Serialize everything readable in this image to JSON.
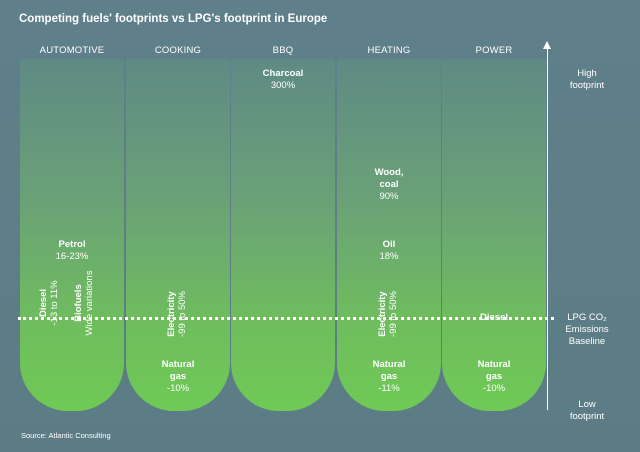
{
  "chart_data": {
    "type": "bar",
    "title": "Competing fuels' footprints vs LPG's footprint in Europe",
    "source": "Source: Atlantic Consulting",
    "categories": [
      "AUTOMOTIVE",
      "COOKING",
      "BBQ",
      "HEATING",
      "POWER"
    ],
    "baseline_label_lines": [
      "LPG CO₂",
      "Emissions",
      "Baseline"
    ],
    "scale_high": [
      "High",
      "footprint"
    ],
    "scale_low": [
      "Low",
      "footprint"
    ],
    "points": [
      {
        "category": "AUTOMOTIVE",
        "fuel": "Petrol",
        "value": "16-23%",
        "orientation": "horizontal"
      },
      {
        "category": "AUTOMOTIVE",
        "fuel": "Diesel",
        "value": "-13 to 11%",
        "orientation": "vertical"
      },
      {
        "category": "AUTOMOTIVE",
        "fuel": "Biofuels",
        "value": "Wide variations",
        "orientation": "vertical"
      },
      {
        "category": "COOKING",
        "fuel": "Electricity",
        "value": "-99 to 50%",
        "orientation": "vertical"
      },
      {
        "category": "COOKING",
        "fuel_lines": [
          "Natural",
          "gas"
        ],
        "value": "-10%",
        "orientation": "horizontal"
      },
      {
        "category": "BBQ",
        "fuel": "Charcoal",
        "value": "300%",
        "orientation": "horizontal"
      },
      {
        "category": "HEATING",
        "fuel_lines": [
          "Wood,",
          "coal"
        ],
        "value": "90%",
        "orientation": "horizontal"
      },
      {
        "category": "HEATING",
        "fuel": "Oil",
        "value": "18%",
        "orientation": "horizontal"
      },
      {
        "category": "HEATING",
        "fuel": "Electricity",
        "value": "-99 to 50%",
        "orientation": "vertical"
      },
      {
        "category": "HEATING",
        "fuel_lines": [
          "Natural",
          "gas"
        ],
        "value": "-11%",
        "orientation": "horizontal"
      },
      {
        "category": "POWER",
        "fuel": "Diesel",
        "value": "",
        "orientation": "horizontal"
      },
      {
        "category": "POWER",
        "fuel_lines": [
          "Natural",
          "gas"
        ],
        "value": "-10%",
        "orientation": "horizontal"
      }
    ]
  }
}
